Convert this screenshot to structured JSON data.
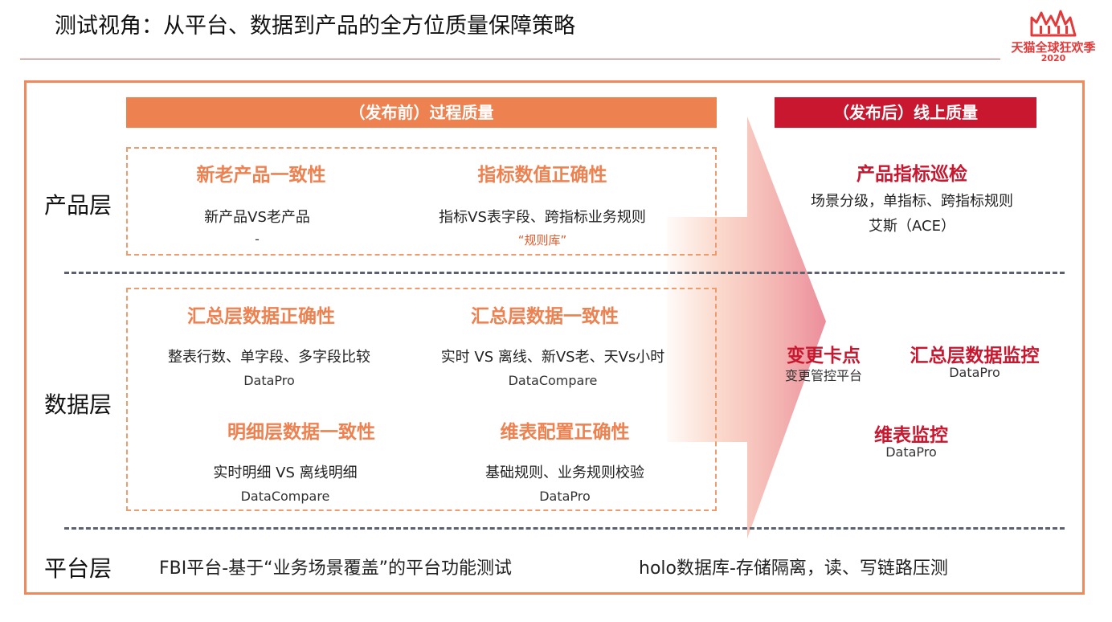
{
  "page": {
    "title": "测试视角：从平台、数据到产品的全方位质量保障策略"
  },
  "logo": {
    "text": "天猫全球狂欢季",
    "year": "2020"
  },
  "banners": {
    "pre_release": "（发布前）过程质量",
    "post_release": "（发布后）线上质量"
  },
  "layers": {
    "product": "产品层",
    "data": "数据层",
    "platform": "平台层"
  },
  "product_layer": {
    "consistency": {
      "title": "新老产品一致性",
      "desc": "新产品VS老产品",
      "tool": "-"
    },
    "metric_correctness": {
      "title": "指标数值正确性",
      "desc": "指标VS表字段、跨指标业务规则",
      "note": "“规则库”"
    },
    "online": {
      "title": "产品指标巡检",
      "desc": "场景分级，单指标、跨指标规则",
      "tool": "艾斯（ACE）"
    }
  },
  "data_layer": {
    "summary_correctness": {
      "title": "汇总层数据正确性",
      "desc": "整表行数、单字段、多字段比较",
      "tool": "DataPro"
    },
    "summary_consistency": {
      "title": "汇总层数据一致性",
      "desc": "实时 VS 离线、新VS老、天Vs小时",
      "tool": "DataCompare"
    },
    "detail_consistency": {
      "title": "明细层数据一致性",
      "desc": "实时明细 VS 离线明细",
      "tool": "DataCompare"
    },
    "dim_correctness": {
      "title": "维表配置正确性",
      "desc": "基础规则、业务规则校验",
      "tool": "DataPro"
    },
    "online": {
      "change_gate": {
        "title": "变更卡点",
        "tool": "变更管控平台"
      },
      "summary_monitor": {
        "title": "汇总层数据监控",
        "tool": "DataPro"
      },
      "dim_monitor": {
        "title": "维表监控",
        "tool": "DataPro"
      }
    }
  },
  "platform_layer": {
    "fbi": "FBI平台-基于“业务场景覆盖”的平台功能测试",
    "holo": "holo数据库-存储隔离，读、写链路压测"
  },
  "colors": {
    "orange": "#ee8150",
    "red": "#c8172e",
    "dash": "#5a6270"
  }
}
